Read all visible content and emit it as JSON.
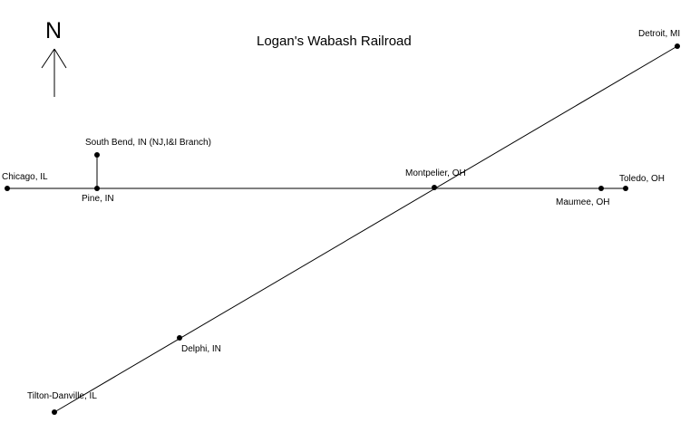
{
  "map": {
    "title": "Logan's Wabash Railroad",
    "north_label": "N",
    "colors": {
      "background": "#ffffff",
      "line": "#000000",
      "station": "#000000"
    },
    "stations": [
      {
        "id": "chicago",
        "label": "Chicago, IL"
      },
      {
        "id": "pine",
        "label": "Pine, IN"
      },
      {
        "id": "south-bend",
        "label": "South Bend, IN (NJ,I&I Branch)"
      },
      {
        "id": "montpelier",
        "label": "Montpelier, OH"
      },
      {
        "id": "maumee",
        "label": "Maumee, OH"
      },
      {
        "id": "toledo",
        "label": "Toledo, OH"
      },
      {
        "id": "detroit",
        "label": "Detroit, MI"
      },
      {
        "id": "delphi",
        "label": "Delphi, IN"
      },
      {
        "id": "tilton-danville",
        "label": "Tilton-Danville, IL"
      }
    ]
  }
}
